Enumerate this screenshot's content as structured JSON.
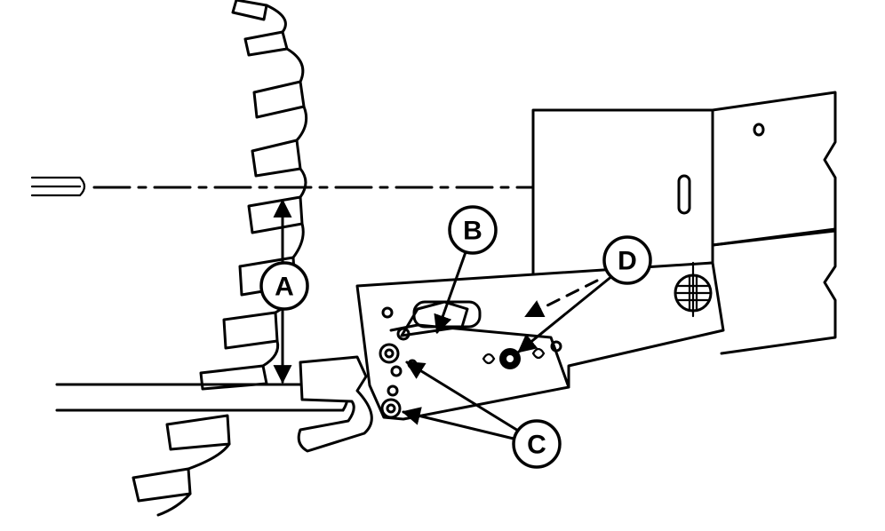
{
  "callouts": {
    "a": "A",
    "b": "B",
    "c": "C",
    "d": "D"
  },
  "icons": [
    "arrow-head",
    "adjusting-knob-icon",
    "bolt-icon"
  ]
}
